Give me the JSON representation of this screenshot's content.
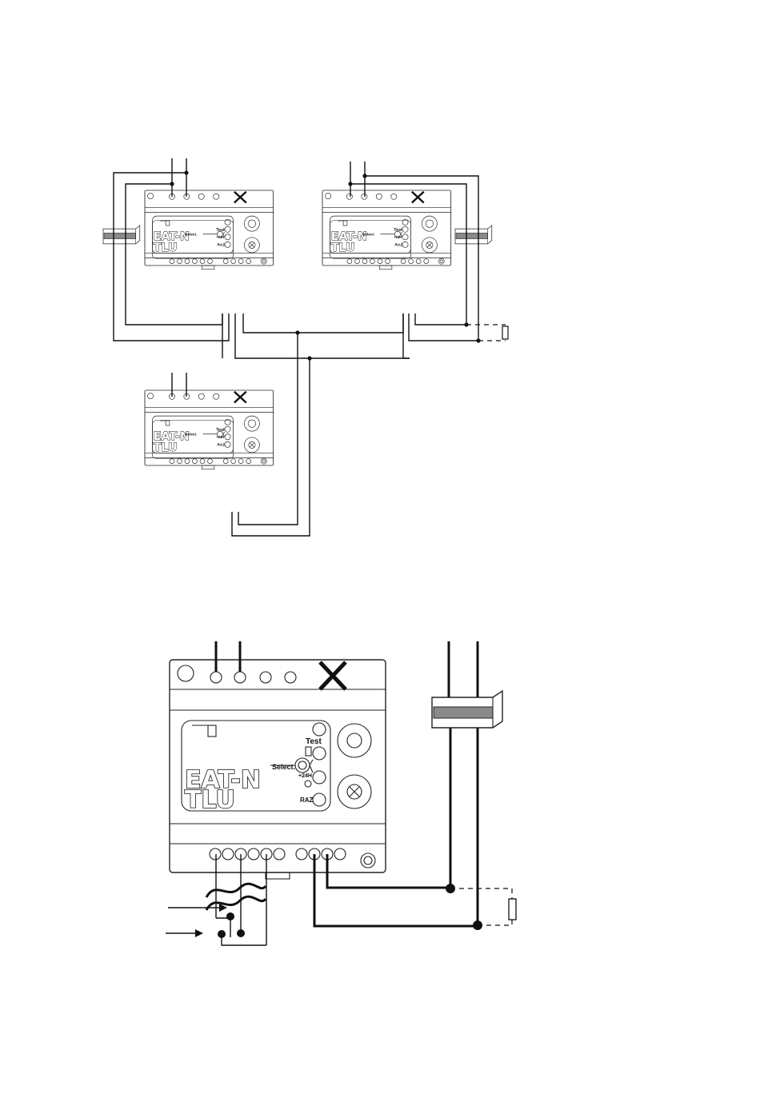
{
  "device": {
    "brand": "EAT-N",
    "model": "TLU",
    "labels": {
      "test": "Test",
      "select": "Select.",
      "timer": "+24H",
      "reset": "RAZ"
    }
  },
  "colors": {
    "line": "#111111",
    "sensor_band": "#8a8a8a",
    "background": "#ffffff"
  }
}
